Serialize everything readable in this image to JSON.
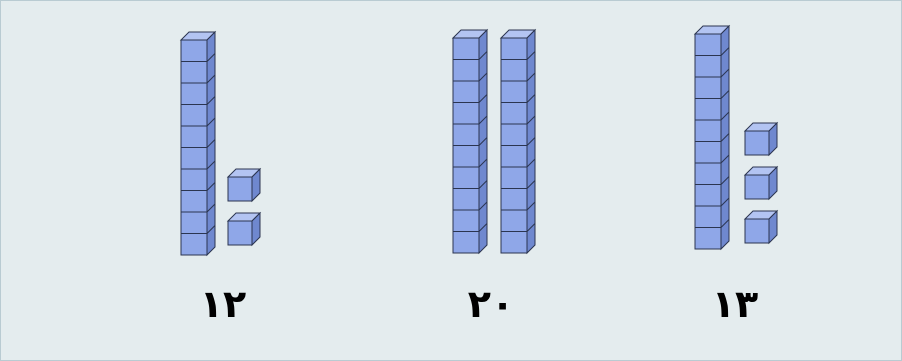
{
  "colors": {
    "background": "#e4ecee",
    "cube_front": "#8fa7e8",
    "cube_top": "#b3c4f2",
    "cube_side": "#6f88cf",
    "cube_edge": "#2b3550"
  },
  "groups": [
    {
      "tens": 1,
      "ones": 2,
      "label": "١٢"
    },
    {
      "tens": 2,
      "ones": 0,
      "label": "٢٠"
    },
    {
      "tens": 1,
      "ones": 3,
      "label": "١٣"
    }
  ]
}
